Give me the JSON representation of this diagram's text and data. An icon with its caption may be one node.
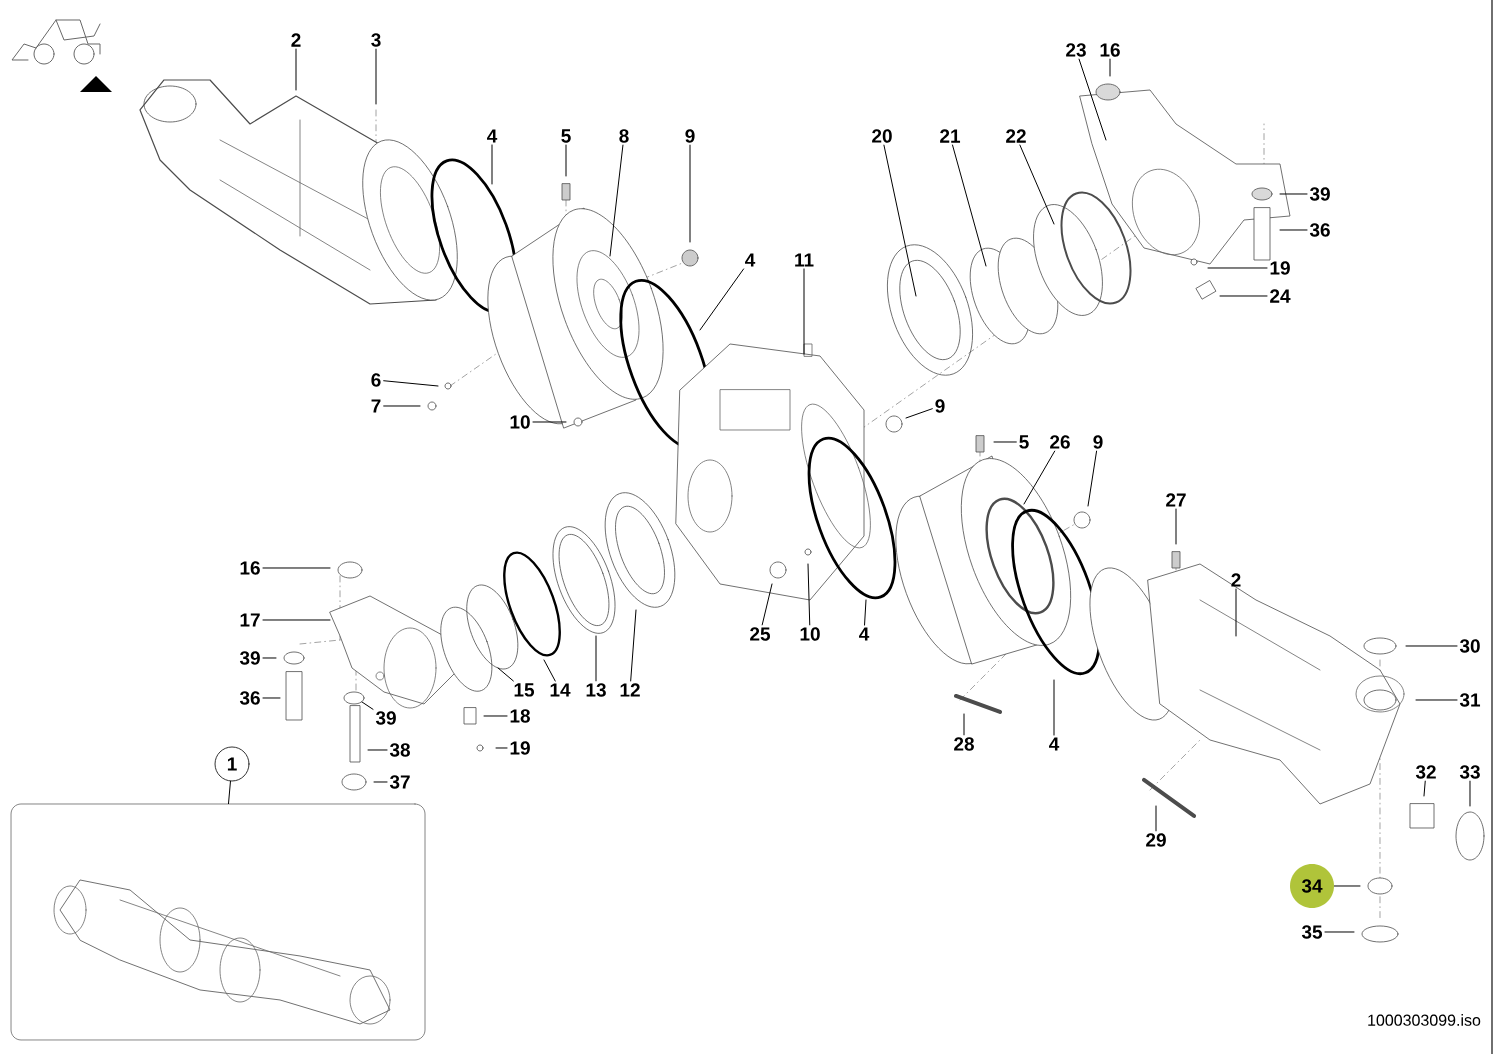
{
  "diagram": {
    "nodes": [
      {
        "text": [
          "2"
        ]
      },
      {
        "text": [
          "3"
        ]
      },
      {
        "text": [
          "4"
        ]
      },
      {
        "text": [
          "5"
        ]
      },
      {
        "text": [
          "8"
        ]
      },
      {
        "text": [
          "9"
        ]
      },
      {
        "text": [
          "23"
        ]
      },
      {
        "text": [
          "16"
        ]
      },
      {
        "text": [
          "20"
        ]
      },
      {
        "text": [
          "21"
        ]
      },
      {
        "text": [
          "22"
        ]
      },
      {
        "text": [
          "39"
        ]
      },
      {
        "text": [
          "36"
        ]
      },
      {
        "text": [
          "4"
        ]
      },
      {
        "text": [
          "11"
        ]
      },
      {
        "text": [
          "19"
        ]
      },
      {
        "text": [
          "24"
        ]
      },
      {
        "text": [
          "6"
        ]
      },
      {
        "text": [
          "7"
        ]
      },
      {
        "text": [
          "9"
        ]
      },
      {
        "text": [
          "10"
        ]
      },
      {
        "text": [
          "5"
        ]
      },
      {
        "text": [
          "26"
        ]
      },
      {
        "text": [
          "9"
        ]
      },
      {
        "text": [
          "27"
        ]
      },
      {
        "text": [
          "16"
        ]
      },
      {
        "text": [
          "2"
        ]
      },
      {
        "text": [
          "17"
        ]
      },
      {
        "text": [
          "30"
        ]
      },
      {
        "text": [
          "39"
        ]
      },
      {
        "text": [
          "12"
        ]
      },
      {
        "text": [
          "13"
        ]
      },
      {
        "text": [
          "14"
        ]
      },
      {
        "text": [
          "15"
        ]
      },
      {
        "text": [
          "25"
        ]
      },
      {
        "text": [
          "10"
        ]
      },
      {
        "text": [
          "4"
        ]
      },
      {
        "text": [
          "36"
        ]
      },
      {
        "text": [
          "31"
        ]
      },
      {
        "text": [
          "39"
        ]
      },
      {
        "text": [
          "18"
        ]
      },
      {
        "text": [
          "19"
        ]
      },
      {
        "text": [
          "28"
        ]
      },
      {
        "text": [
          "4"
        ]
      },
      {
        "text": [
          "38"
        ]
      },
      {
        "text": [
          "1"
        ]
      },
      {
        "text": [
          "32"
        ]
      },
      {
        "text": [
          "33"
        ]
      },
      {
        "text": [
          "37"
        ]
      },
      {
        "text": [
          "29"
        ]
      },
      {
        "text": [
          "34"
        ]
      },
      {
        "text": [
          "35"
        ]
      },
      {
        "text": [],
        "shape": "picture"
      }
    ],
    "edges": [
      {
        "from": 0,
        "to": null,
        "arrow": "none"
      },
      {
        "from": 1,
        "to": null,
        "arrow": "none"
      },
      {
        "from": 2,
        "to": null,
        "arrow": "none"
      },
      {
        "from": 3,
        "to": null,
        "arrow": "none"
      },
      {
        "from": 4,
        "to": null,
        "arrow": "none"
      },
      {
        "from": 5,
        "to": null,
        "arrow": "none"
      },
      {
        "from": 6,
        "to": null,
        "arrow": "none"
      },
      {
        "from": 7,
        "to": null,
        "arrow": "none"
      },
      {
        "from": 8,
        "to": null,
        "arrow": "none"
      },
      {
        "from": 9,
        "to": null,
        "arrow": "none"
      },
      {
        "from": 10,
        "to": null,
        "arrow": "none"
      },
      {
        "from": 11,
        "to": null,
        "arrow": "none"
      },
      {
        "from": 12,
        "to": null,
        "arrow": "none"
      },
      {
        "from": 13,
        "to": null,
        "arrow": "none"
      },
      {
        "from": 14,
        "to": null,
        "arrow": "none"
      },
      {
        "from": 15,
        "to": null,
        "arrow": "none"
      },
      {
        "from": 16,
        "to": null,
        "arrow": "none"
      },
      {
        "from": 17,
        "to": null,
        "arrow": "none"
      },
      {
        "from": 18,
        "to": null,
        "arrow": "none"
      },
      {
        "from": 19,
        "to": null,
        "arrow": "none"
      },
      {
        "from": 20,
        "to": null,
        "arrow": "none"
      },
      {
        "from": 21,
        "to": null,
        "arrow": "none"
      },
      {
        "from": 22,
        "to": null,
        "arrow": "none"
      },
      {
        "from": 23,
        "to": null,
        "arrow": "none"
      },
      {
        "from": 24,
        "to": null,
        "arrow": "none"
      },
      {
        "from": 25,
        "to": null,
        "arrow": "none"
      },
      {
        "from": 26,
        "to": null,
        "arrow": "none"
      },
      {
        "from": 27,
        "to": null,
        "arrow": "none"
      },
      {
        "from": 28,
        "to": null,
        "arrow": "none"
      },
      {
        "from": 29,
        "to": null,
        "arrow": "none"
      },
      {
        "from": 30,
        "to": null,
        "arrow": "none"
      },
      {
        "from": 31,
        "to": null,
        "arrow": "none"
      },
      {
        "from": 32,
        "to": null,
        "arrow": "none"
      },
      {
        "from": 33,
        "to": null,
        "arrow": "none"
      },
      {
        "from": 34,
        "to": null,
        "arrow": "none"
      },
      {
        "from": 35,
        "to": null,
        "arrow": "none"
      },
      {
        "from": 36,
        "to": null,
        "arrow": "none"
      },
      {
        "from": 37,
        "to": null,
        "arrow": "none"
      },
      {
        "from": 38,
        "to": null,
        "arrow": "none"
      },
      {
        "from": 39,
        "to": null,
        "arrow": "none"
      },
      {
        "from": 40,
        "to": null,
        "arrow": "none"
      },
      {
        "from": 41,
        "to": null,
        "arrow": "none"
      },
      {
        "from": 42,
        "to": null,
        "arrow": "none"
      },
      {
        "from": 43,
        "to": null,
        "arrow": "none"
      },
      {
        "from": 44,
        "to": null,
        "arrow": "none"
      },
      {
        "from": 45,
        "to": 52,
        "arrow": "none"
      },
      {
        "from": 46,
        "to": null,
        "arrow": "none"
      },
      {
        "from": 47,
        "to": null,
        "arrow": "none"
      },
      {
        "from": 48,
        "to": null,
        "arrow": "none"
      },
      {
        "from": 49,
        "to": null,
        "arrow": "none"
      },
      {
        "from": 50,
        "to": null,
        "arrow": "none"
      },
      {
        "from": 51,
        "to": null,
        "arrow": "none"
      }
    ],
    "labels": [
      "1000303099.iso"
    ]
  }
}
